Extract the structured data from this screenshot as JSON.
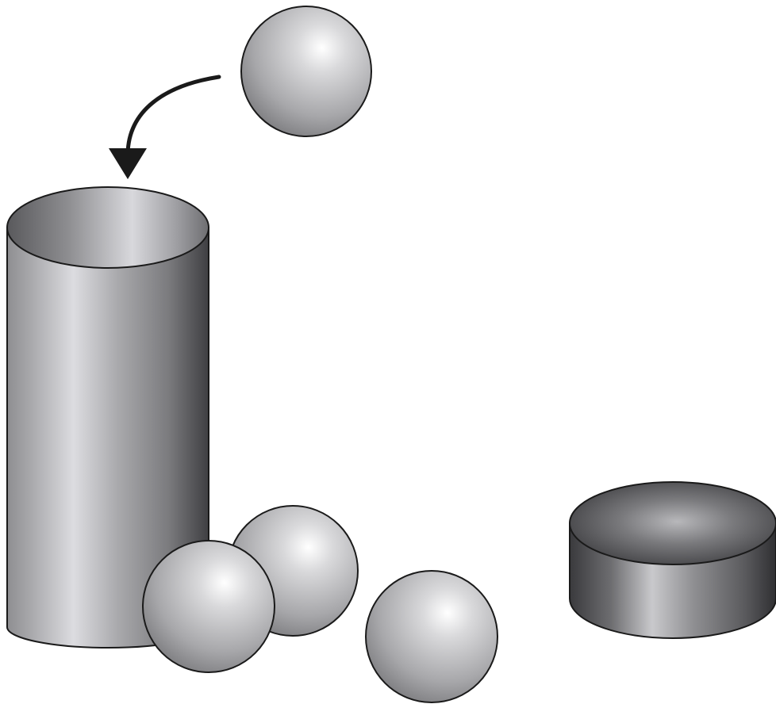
{
  "colors": {
    "outline": "#1a1a1a",
    "background": "#ffffff"
  },
  "objects": [
    {
      "kind": "sphere",
      "role": "falling-ball"
    },
    {
      "kind": "tall-cylinder",
      "role": "open-container"
    },
    {
      "kind": "sphere",
      "role": "ball-on-ground"
    },
    {
      "kind": "sphere",
      "role": "ball-on-ground"
    },
    {
      "kind": "sphere",
      "role": "ball-on-ground"
    },
    {
      "kind": "short-cylinder",
      "role": "open-dish"
    }
  ],
  "arrow": {
    "kind": "curved-arrow",
    "from": "falling-ball",
    "to": "tall-cylinder"
  }
}
